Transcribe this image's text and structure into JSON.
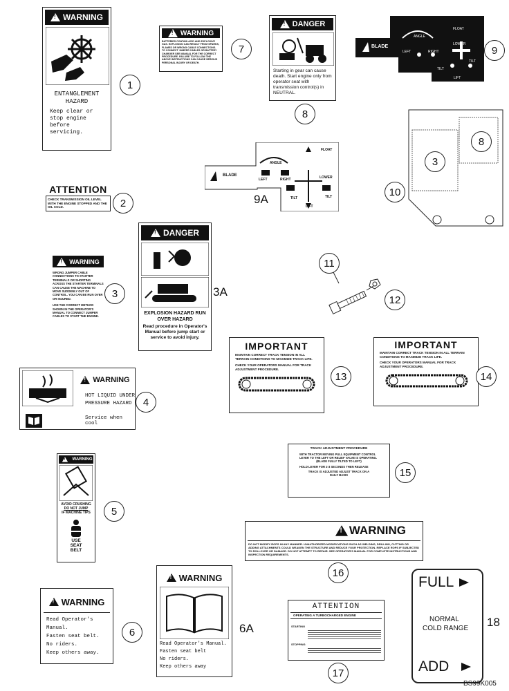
{
  "part1": {
    "callout": "1",
    "header": "WARNING",
    "hazard": "ENTANGLEMENT HAZARD",
    "instruction": "Keep clear or stop engine before servicing."
  },
  "part2": {
    "callout": "2",
    "header": "ATTENTION",
    "text": "CHECK TRANSMISSION OIL LEVEL WITH THE ENGINE STOPPED AND THE OIL COLD."
  },
  "part3": {
    "callout": "3",
    "header": "WARNING",
    "text1": "WRONG JUMPER CABLE CONNECTIONS TO STARTER TERMINALS OR SHORTING ACROSS THE STARTER TERMINALS CAN CAUSE THE MACHINE TO MOVE SUDDENLY OUT OF CONTROL. YOU CAN BE RUN OVER OR INJURED.",
    "text2": "USE THE CORRECT METHOD SHOWN IN THE OPERATOR'S MANUAL TO CONNECT JUMPER CABLES TO START THE ENGINE."
  },
  "part3A": {
    "callout": "3A",
    "header": "DANGER",
    "hazard": "EXPLOSION HAZARD RUN OVER HAZARD",
    "text": "Read procedure in Operator's Manual before jump start or service to avoid injury."
  },
  "part4": {
    "callout": "4",
    "header": "WARNING",
    "line1": "HOT LIQUID UNDER",
    "line2": "PRESSURE HAZARD",
    "line3": "Service when cool"
  },
  "part5": {
    "callout": "5",
    "header": "WARNING",
    "text1": "AVOID CRUSHING",
    "text2": "DO NOT JUMP",
    "text3": "IF MACHINE TIPS",
    "text4": "USE SEAT BELT"
  },
  "part6": {
    "callout": "6",
    "header": "WARNING",
    "items": [
      "Read Operator's Manual.",
      "Fasten seat belt.",
      "No riders.",
      "Keep others away."
    ]
  },
  "part6A": {
    "callout": "6A",
    "header": "WARNING",
    "items": [
      "Read Operator's Manual.",
      "Fasten seat belt",
      "No riders.",
      "Keep others away"
    ]
  },
  "part7": {
    "callout": "7",
    "header": "WARNING",
    "text": "BATTERIES CONTAIN ACID AND EXPLOSIVE GAS. EXPLOSION CAN RESULT FROM SPARKS, FLAMES OR WRONG CABLE CONNECTIONS. TO CONNECT JUMPER CABLES OR BATTERY CHARGER SEE MANUAL FOR THE CORRECT PROCEDURE. FAILURE TO FOLLOW THE ABOVE INSTRUCTIONS CAN CAUSE SERIOUS PERSONAL INJURY OR DEATH."
  },
  "part8": {
    "callout": "8",
    "header": "DANGER",
    "text": "Starting in gear can cause death. Start engine only from operator seat with transmission control(s) in NEUTRAL."
  },
  "part9": {
    "callout": "9",
    "blade": "BLADE",
    "angle": "ANGLE",
    "left": "LEFT",
    "right": "RIGHT",
    "float": "FLOAT",
    "lower": "LOWER",
    "tilt": "TILT",
    "lift": "LIFT"
  },
  "part9A": {
    "callout": "9A",
    "blade": "BLADE",
    "angle": "ANGLE",
    "left": "LEFT",
    "right": "RIGHT",
    "float": "FLOAT",
    "lower": "LOWER",
    "tilt": "TILT",
    "lift": "LIFT"
  },
  "part10": {
    "callout": "10",
    "inner3": "3",
    "inner8": "8"
  },
  "part11": {
    "callout": "11"
  },
  "part12": {
    "callout": "12"
  },
  "part13": {
    "callout": "13",
    "header": "IMPORTANT",
    "text1": "MAINTAIN CORRECT TRACK TENSION IN ALL TERRAIN CONDITIONS TO MAXIMIZE TRACK LIFE.",
    "text2": "CHECK YOUR OPERATORS MANUAL FOR TRACK ADJUSTMENT PROCEDURE."
  },
  "part14": {
    "callout": "14",
    "header": "IMPORTANT",
    "text1": "MAINTAIN CORRECT TRACK TENSION IN ALL TERRAIN CONDITIONS TO MAXIMIZE TRACK LIFE.",
    "text2": "CHECK YOUR OPERATORS MANUAL FOR TRACK ADJUSTMENT PROCEDURE."
  },
  "part15": {
    "callout": "15",
    "title": "TRACK ADJUSTMENT PROCEDURE",
    "step1": "WITH TRACTOR MOVING PULL EQUIPMENT CONTROL LEVER TO THE LEFT OR RELIEF VALVE IS OPERATING.",
    "step1b": "(BLADE FULLY TILTED TO LEFT)",
    "step2": "HOLD LEVER FOR 2-3 SECONDS THEN RELEASE",
    "step3": "TRACK IS ADJUSTED ADJUST TRACK ON A DAILY BASIS"
  },
  "part16": {
    "callout": "16",
    "header": "WARNING",
    "text": "DO NOT MODIFY ROPS IN ANY MANNER. UNAUTHORIZED MODIFICATIONS SUCH AS WELDING, DRILLING, CUTTING OR ADDING ATTACHMENTS COULD WEAKEN THE STRUCTURE AND REDUCE YOUR PROTECTION. REPLACE ROPS IF SUBJECTED TO ROLLOVER OR DAMAGE. DO NOT ATTEMPT TO REPAIR. SEE OPERATOR'S MANUAL FOR COMPLETE INSTRUCTIONS AND INSPECTION REQUIREMENTS."
  },
  "part17": {
    "callout": "17",
    "header": "ATTENTION",
    "subtitle": "OPERATING A TURBOCHARGED ENGINE",
    "starting": "STARTING",
    "stopping": "STOPPING"
  },
  "part18": {
    "callout": "18",
    "full": "FULL",
    "normal": "NORMAL",
    "cold": "COLD RANGE",
    "add": "ADD"
  },
  "figure_code": "BS99K005"
}
